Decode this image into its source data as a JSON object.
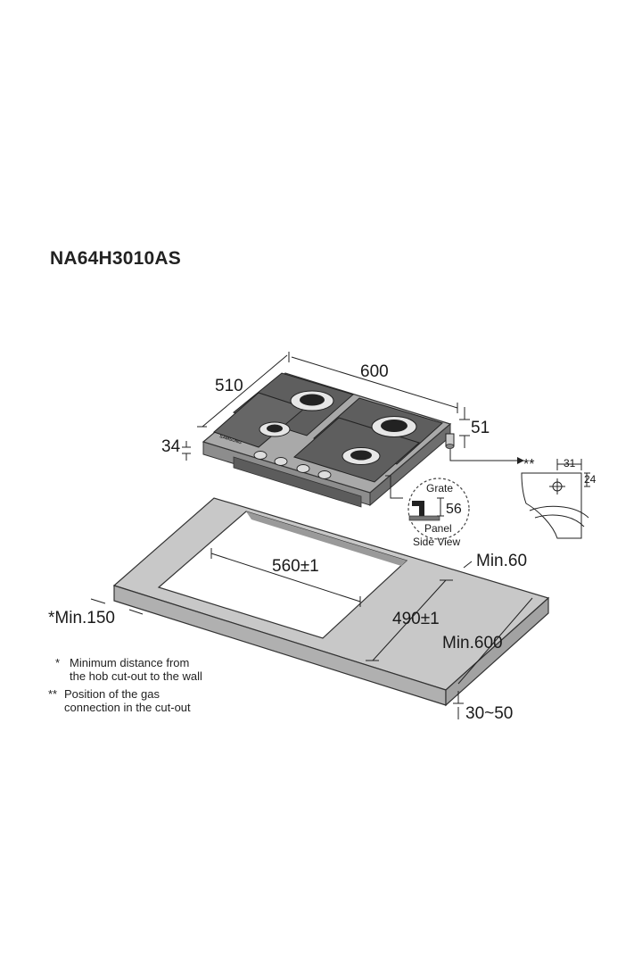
{
  "title": "NA64H3010AS",
  "hob": {
    "width": "600",
    "depth": "510",
    "height": "34",
    "gas_pipe_height": "51",
    "brand": "SAMSUNG"
  },
  "side_view": {
    "grate_label": "Grate",
    "grate_height": "56",
    "panel_label": "Panel",
    "caption": "Side View"
  },
  "gas_connection": {
    "marker": "**",
    "offset_x": "31",
    "offset_y": "24"
  },
  "cutout": {
    "width": "560±1",
    "depth": "490±1",
    "min_back": "Min.60",
    "min_side": "*Min.150",
    "min_worktop_depth": "Min.600",
    "worktop_thickness": "30~50"
  },
  "notes": [
    {
      "symbol": "*",
      "line1": "Minimum distance from",
      "line2": "the hob cut-out to the wall"
    },
    {
      "symbol": "**",
      "line1": "Position of the gas",
      "line2": "connection in the cut-out"
    }
  ]
}
